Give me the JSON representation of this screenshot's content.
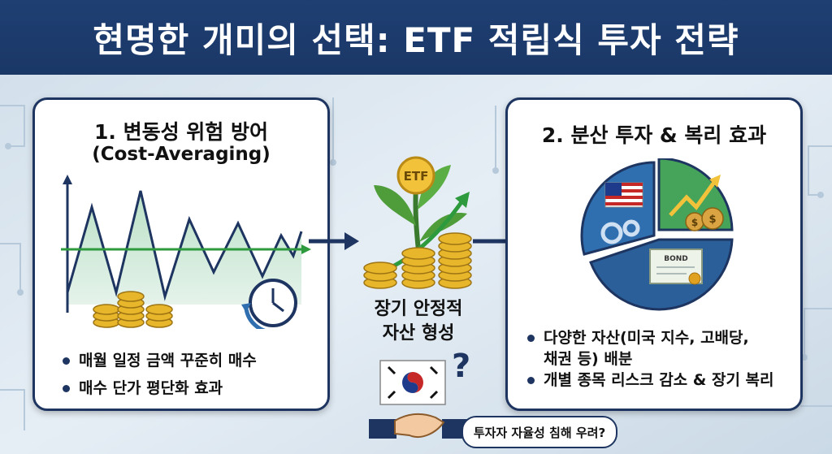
{
  "header": {
    "title": "현명한 개미의 선택: ETF 적립식 투자 전략"
  },
  "left_card": {
    "title_line1": "1. 변동성 위험 방어",
    "title_line2": "(Cost-Averaging)",
    "bullets": [
      "매월 일정 금액 꾸준히 매수",
      "매수 단가 평단화 효과"
    ]
  },
  "center": {
    "coin_label": "ETF",
    "caption_line1": "장기 안정적",
    "caption_line2": "자산 형성"
  },
  "right_card": {
    "title": "2. 분산 투자 & 복리 효과",
    "bond_label": "BOND",
    "bullets": [
      "다양한 자산(미국 지수, 고배당,",
      "채권 등) 배분",
      "개별 종목 리스크 감소 & 장기 복리"
    ]
  },
  "bottom": {
    "bubble_text": "투자자 자율성 침해 우려?",
    "question_mark": "?"
  },
  "icons": [
    "flag-us-icon",
    "gears-icon",
    "growth-arrow-icon",
    "money-bag-icon",
    "bond-certificate-icon",
    "clock-icon",
    "coin-stack-icon",
    "plant-icon",
    "flag-korea-icon",
    "handshake-icon",
    "arrow-right-icon"
  ],
  "colors": {
    "header": "#1f3f73",
    "navy": "#1d3560",
    "green": "#2e9a3e",
    "pie_blue": "#2f6fb0",
    "gold": "#e8b62a"
  }
}
